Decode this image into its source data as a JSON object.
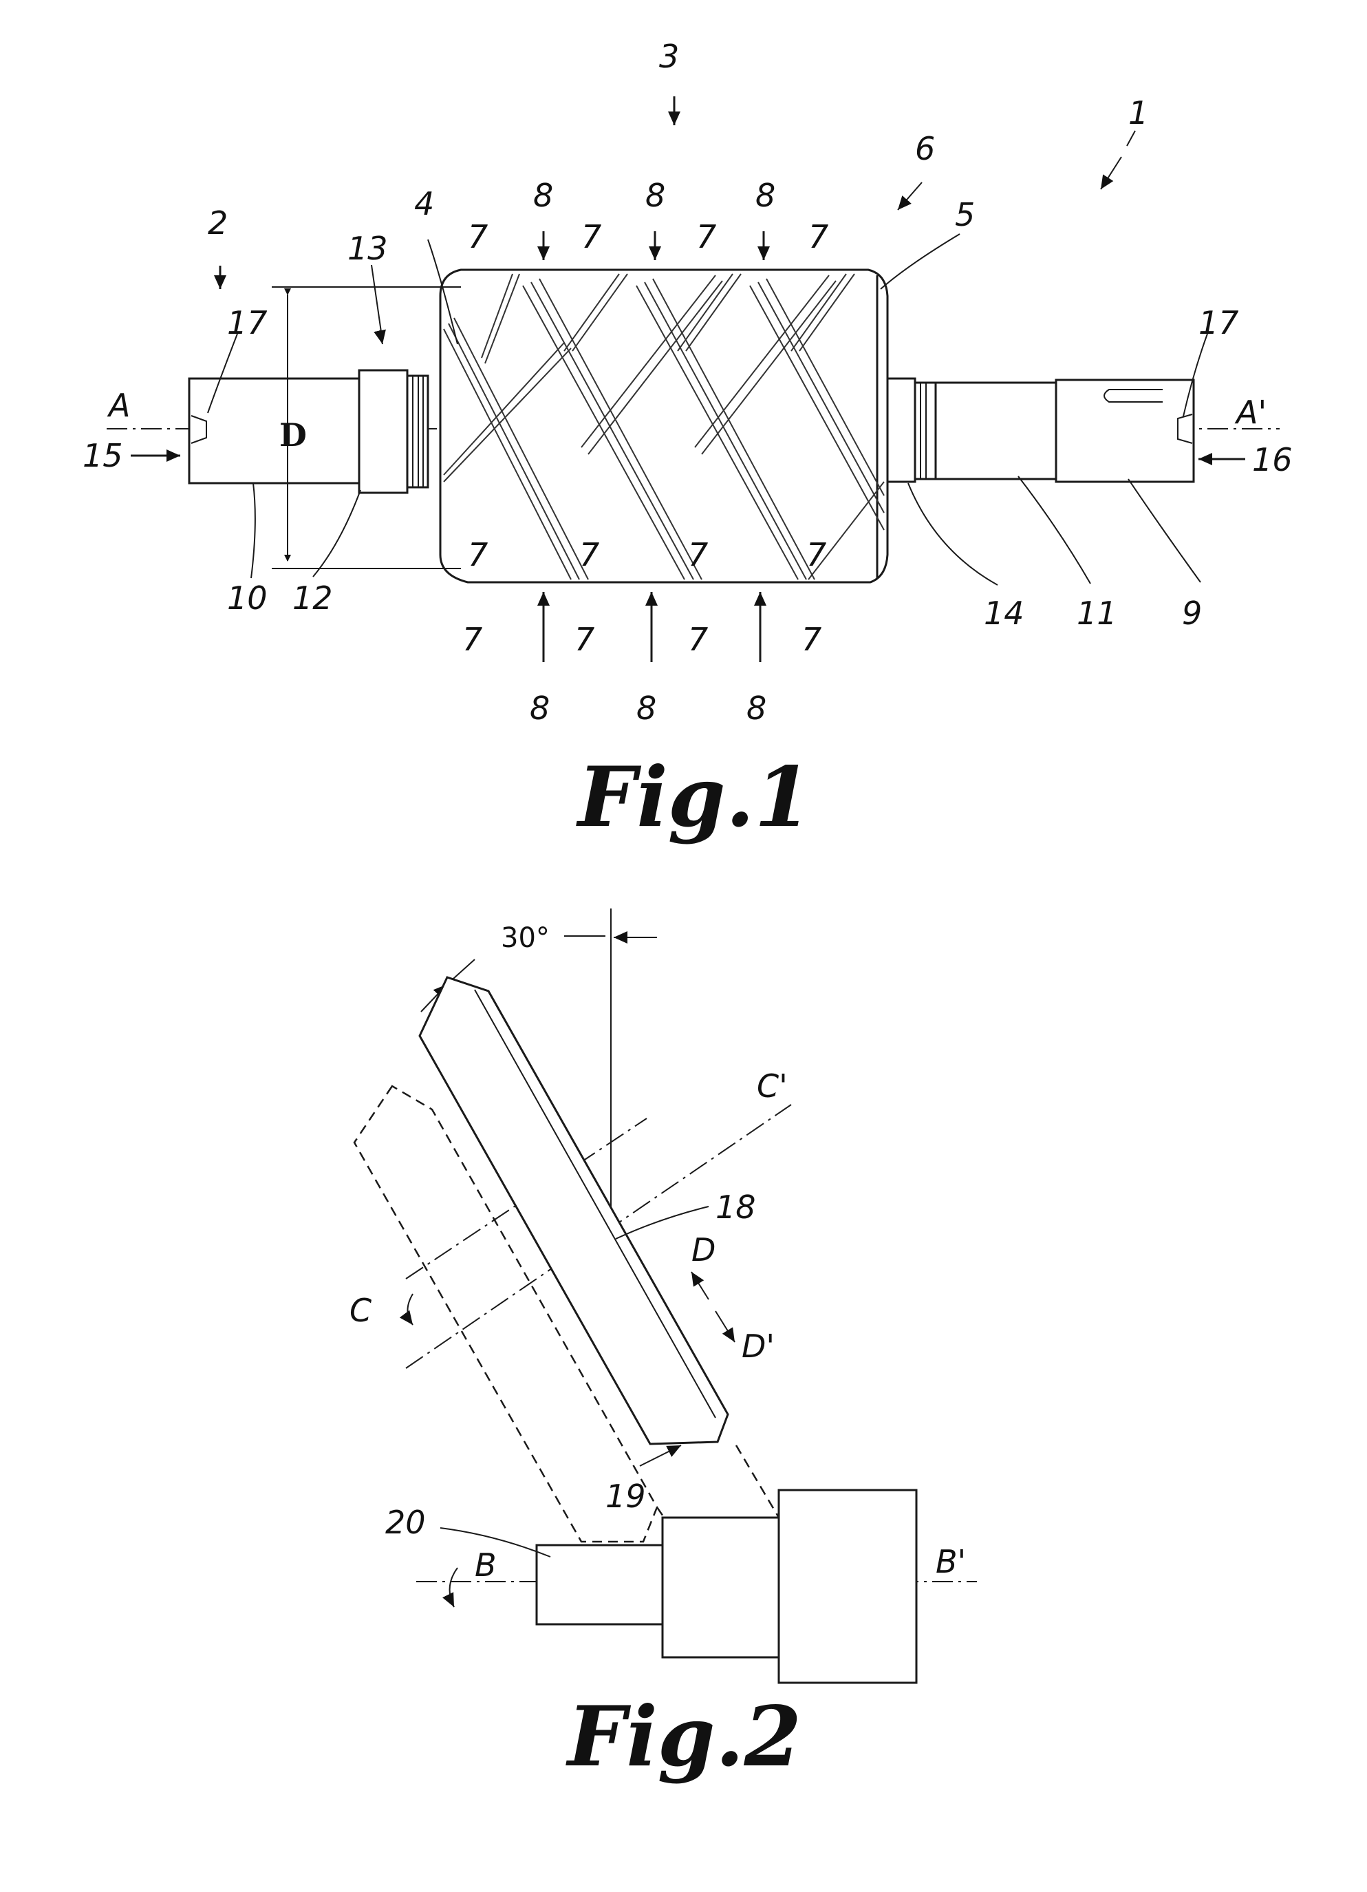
{
  "figures": [
    {
      "caption": "Fig.1",
      "reference_labels": [
        "1",
        "2",
        "3",
        "4",
        "5",
        "6",
        "7",
        "8",
        "9",
        "10",
        "11",
        "12",
        "13",
        "14",
        "15",
        "16",
        "17"
      ],
      "axis_labels": [
        "A",
        "A'"
      ],
      "dimension_label": "D"
    },
    {
      "caption": "Fig.2",
      "angle_label": "30°",
      "reference_labels": [
        "18",
        "19",
        "20"
      ],
      "axis_labels": [
        "B",
        "B'",
        "C",
        "C'",
        "D",
        "D'"
      ]
    }
  ]
}
